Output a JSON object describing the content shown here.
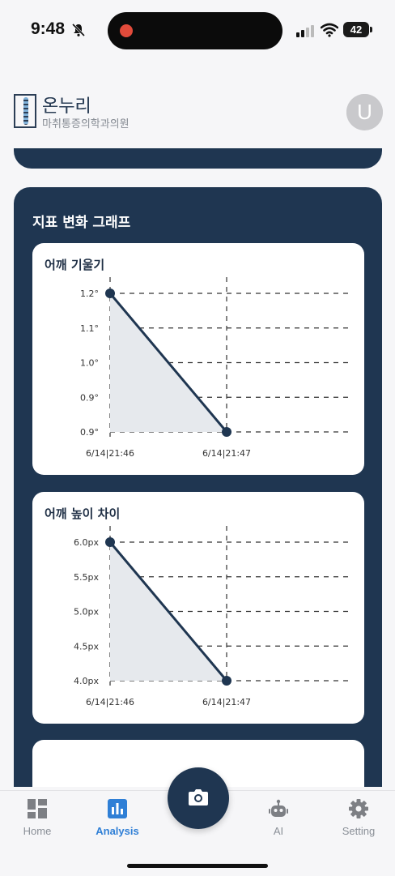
{
  "status_bar": {
    "time": "9:48",
    "battery": "42"
  },
  "header": {
    "logo_title": "온누리",
    "logo_subtitle": "마취통증의학과의원",
    "avatar_letter": "U"
  },
  "panel": {
    "title": "지표 변화 그래프"
  },
  "chart_data": [
    {
      "type": "line",
      "title": "어깨 기울기",
      "x": [
        "6/14|21:46",
        "6/14|21:47"
      ],
      "series": [
        {
          "values": [
            1.2,
            0.9
          ]
        }
      ],
      "y_ticks": [
        "1.2°",
        "1.1°",
        "1.0°",
        "0.9°",
        "0.9°"
      ],
      "ylim": [
        0.9,
        1.2
      ],
      "area_fill": true,
      "grid": true
    },
    {
      "type": "line",
      "title": "어깨 높이 차이",
      "x": [
        "6/14|21:46",
        "6/14|21:47"
      ],
      "series": [
        {
          "values": [
            6.0,
            4.0
          ]
        }
      ],
      "y_ticks": [
        "6.0px",
        "5.5px",
        "5.0px",
        "4.5px",
        "4.0px"
      ],
      "ylim": [
        4.0,
        6.0
      ],
      "area_fill": true,
      "grid": true
    }
  ],
  "nav": {
    "items": [
      {
        "label": "Home",
        "icon": "grid-icon"
      },
      {
        "label": "Analysis",
        "icon": "bar-chart-icon",
        "active": true
      },
      {
        "label": "AI",
        "icon": "robot-icon"
      },
      {
        "label": "Setting",
        "icon": "gear-icon"
      }
    ],
    "camera_icon": "camera-icon"
  },
  "colors": {
    "navy": "#1f3651",
    "accent": "#2f7fd6",
    "area": "#e6e9ed"
  }
}
